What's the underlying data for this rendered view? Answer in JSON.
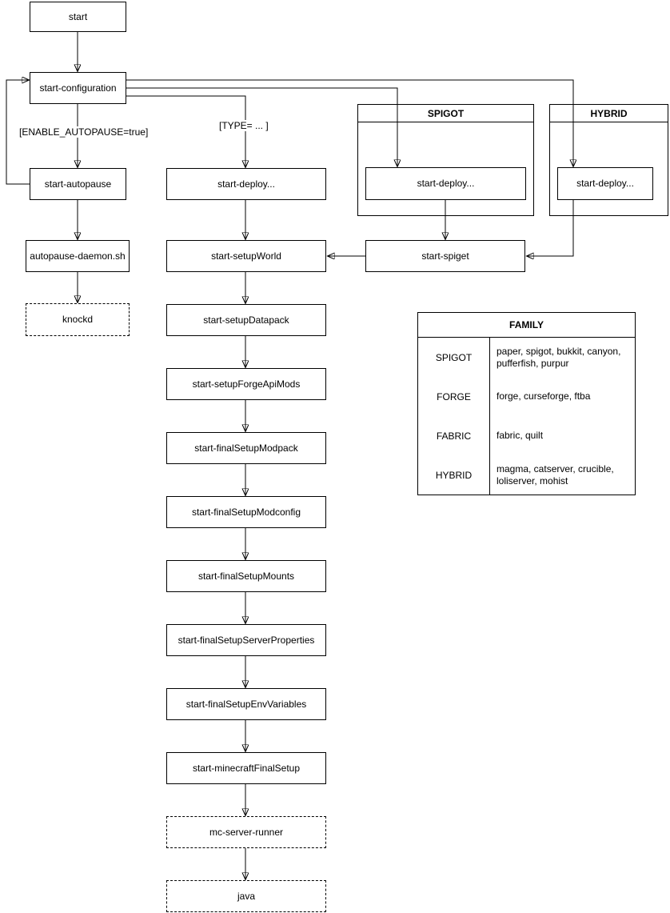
{
  "nodes": {
    "start": "start",
    "start_configuration": "start-configuration",
    "start_autopause": "start-autopause",
    "autopause_daemon_sh": "autopause-daemon.sh",
    "knockd": "knockd",
    "start_deploy": "start-deploy...",
    "start_setupWorld": "start-setupWorld",
    "start_setupDatapack": "start-setupDatapack",
    "start_setupForgeApiMods": "start-setupForgeApiMods",
    "start_finalSetupModpack": "start-finalSetupModpack",
    "start_finalSetupModconfig": "start-finalSetupModconfig",
    "start_finalSetupMounts": "start-finalSetupMounts",
    "start_finalSetupServerProperties": "start-finalSetupServerProperties",
    "start_finalSetupEnvVariables": "start-finalSetupEnvVariables",
    "start_minecraftFinalSetup": "start-minecraftFinalSetup",
    "mc_server_runner": "mc-server-runner",
    "java": "java",
    "spigot_start_deploy": "start-deploy...",
    "hybrid_start_deploy": "start-deploy...",
    "start_spiget": "start-spiget"
  },
  "groups": {
    "spigot": {
      "title": "SPIGOT"
    },
    "hybrid": {
      "title": "HYBRID"
    }
  },
  "edge_labels": {
    "enable_autopause": "[ENABLE_AUTOPAUSE=true]",
    "type": "[TYPE= ... ]"
  },
  "family_table": {
    "title": "FAMILY",
    "rows": [
      {
        "family": "SPIGOT",
        "servers": "paper, spigot, bukkit, canyon, pufferfish, purpur"
      },
      {
        "family": "FORGE",
        "servers": "forge, curseforge, ftba"
      },
      {
        "family": "FABRIC",
        "servers": "fabric, quilt"
      },
      {
        "family": "HYBRID",
        "servers": "magma, catserver, crucible, loliserver, mohist"
      }
    ]
  },
  "colors": {
    "stroke": "#000000",
    "background": "#ffffff",
    "text": "#000000"
  }
}
